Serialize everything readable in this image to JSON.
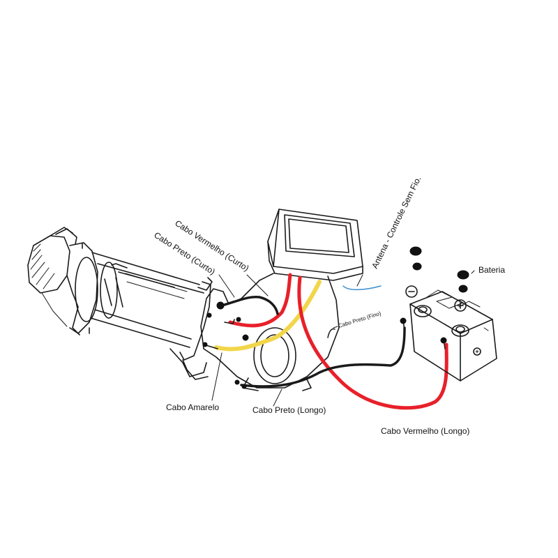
{
  "labels": {
    "red_short": "Cabo Vermelho (Curto)",
    "black_short": "Cabo Preto (Curto)",
    "antenna": "Antena  - Controle Sem Fio.",
    "battery": "Bateria",
    "black_thin": "Cabo Preto (Fino)",
    "yellow": "Cabo Amarelo",
    "black_long": "Cabo Preto (Longo)",
    "red_long": "Cabo Vermelho (Longo)"
  },
  "colors": {
    "red_cable": "#e8202a",
    "yellow_cable": "#f2d64a",
    "black_cable": "#1a1a1a",
    "antenna": "#3a8fd0",
    "ink": "#1a1a1a"
  },
  "icons": {
    "battery_terminal_negative": "minus-sign",
    "battery_terminal_positive": "plus-sign"
  }
}
